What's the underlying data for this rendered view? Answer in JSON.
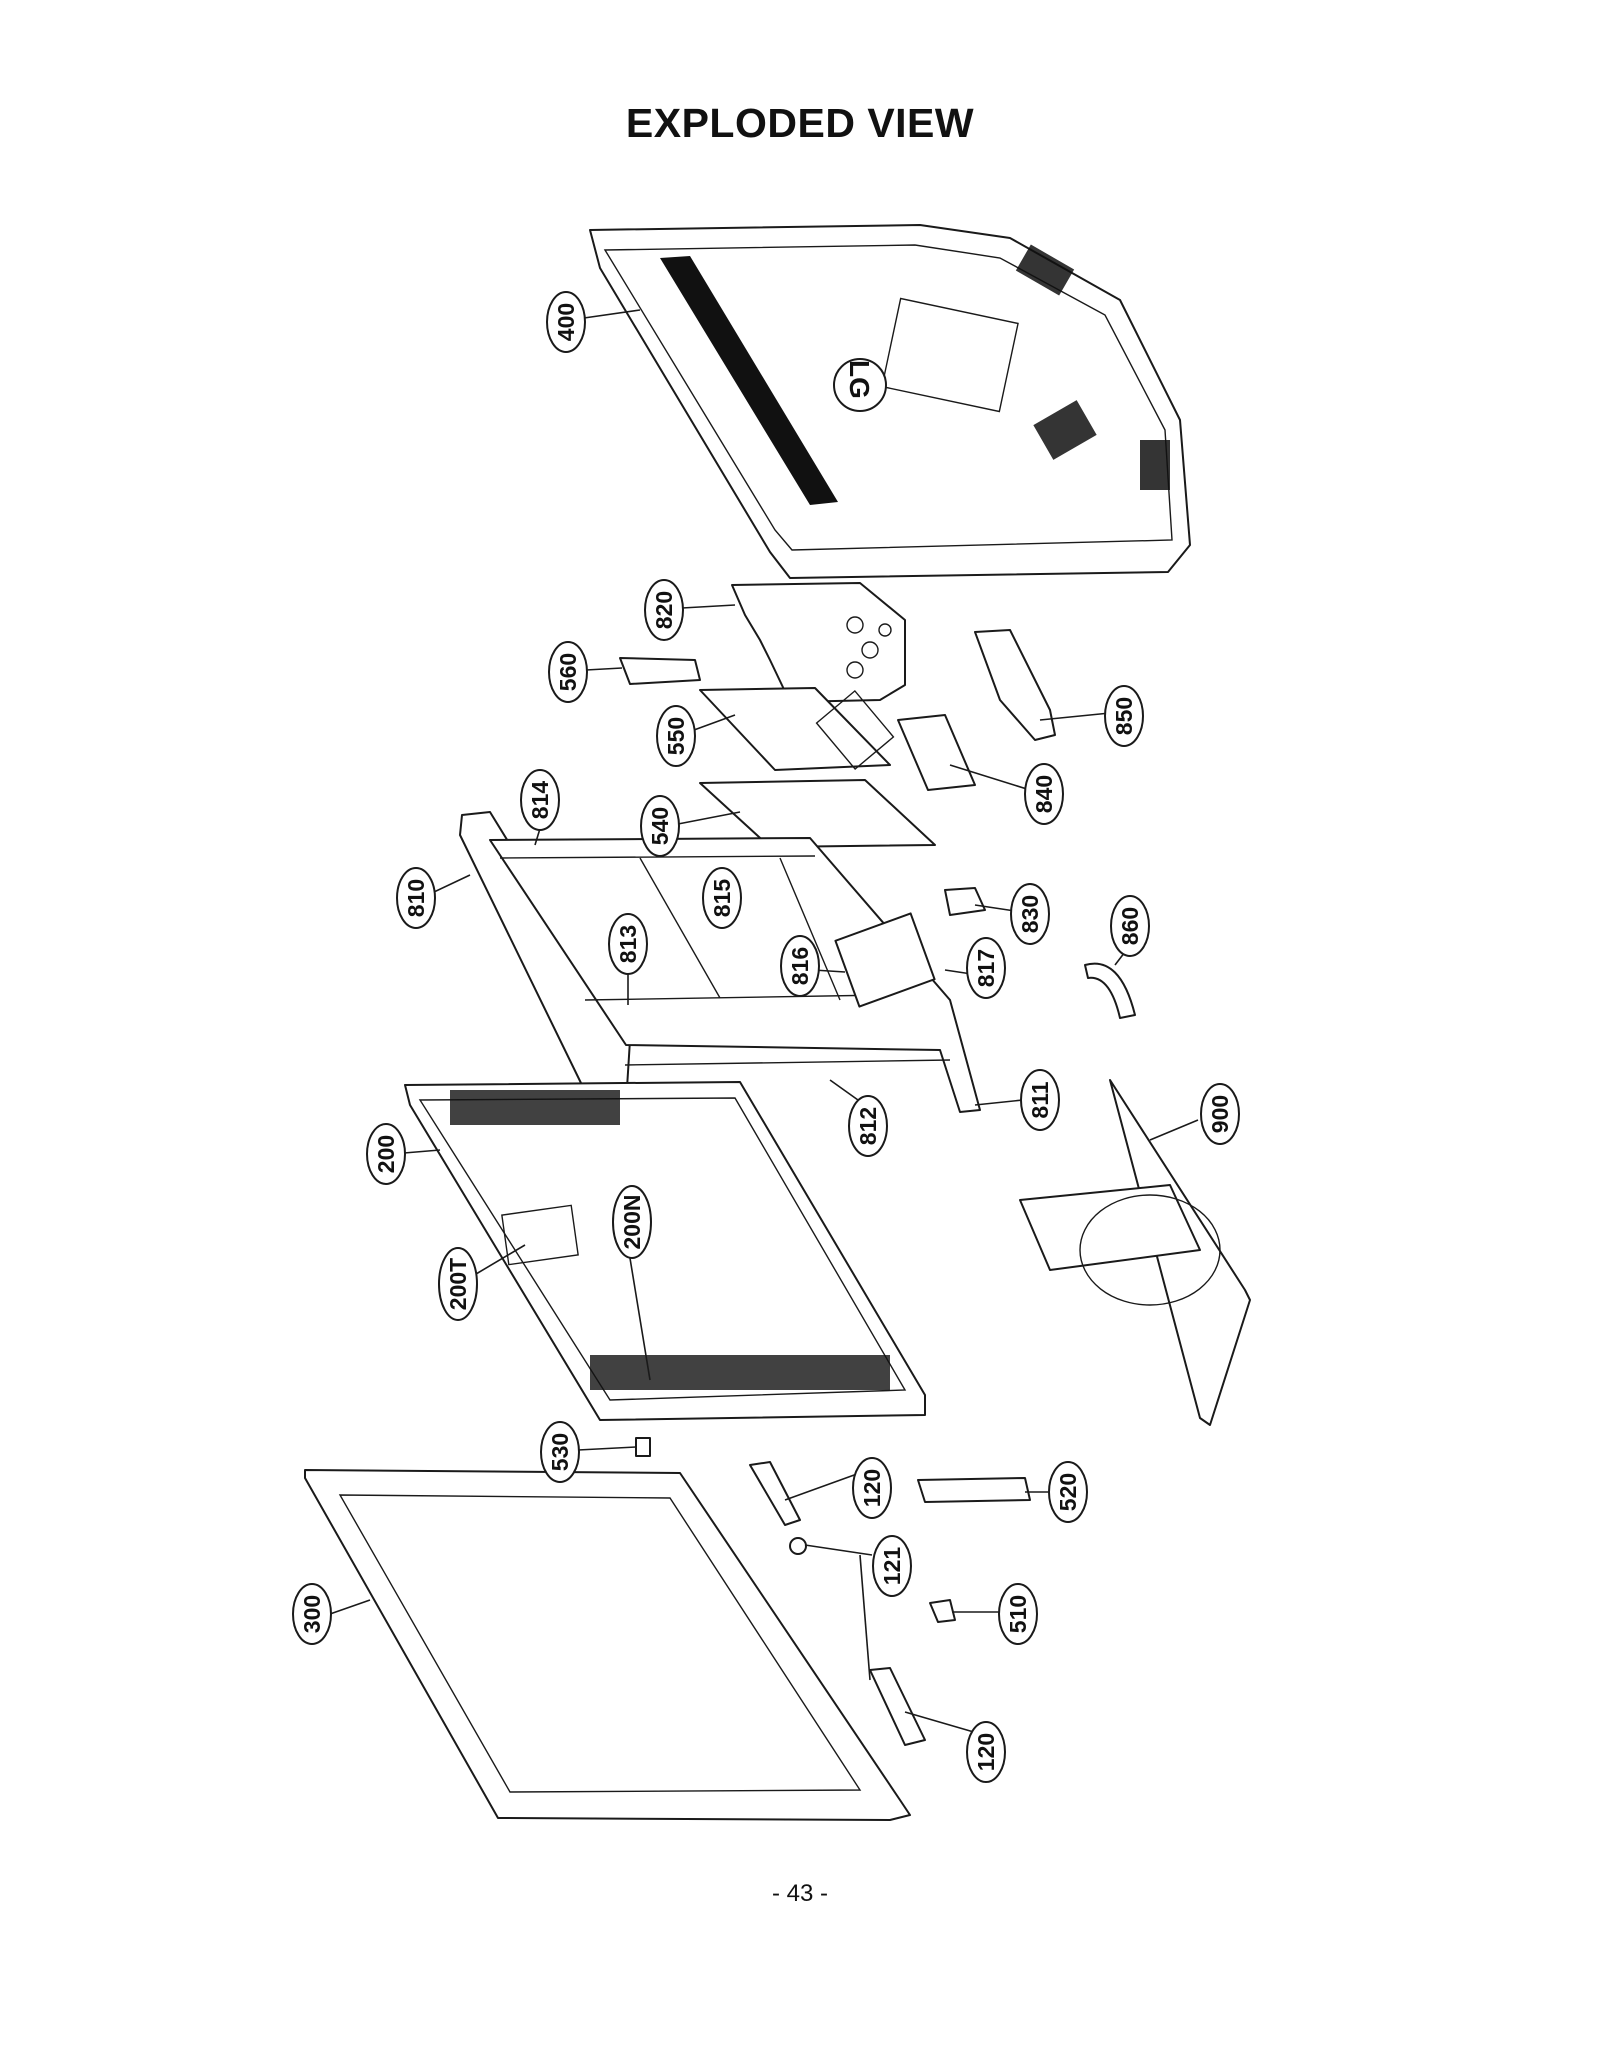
{
  "title": "EXPLODED VIEW",
  "page_number": "- 43 -",
  "logo_text": "LG",
  "callouts": [
    {
      "id": "400"
    },
    {
      "id": "820"
    },
    {
      "id": "560"
    },
    {
      "id": "550"
    },
    {
      "id": "850"
    },
    {
      "id": "840"
    },
    {
      "id": "814"
    },
    {
      "id": "540"
    },
    {
      "id": "810"
    },
    {
      "id": "815"
    },
    {
      "id": "830"
    },
    {
      "id": "860"
    },
    {
      "id": "813"
    },
    {
      "id": "816"
    },
    {
      "id": "817"
    },
    {
      "id": "811"
    },
    {
      "id": "812"
    },
    {
      "id": "900"
    },
    {
      "id": "200"
    },
    {
      "id": "200N"
    },
    {
      "id": "200T"
    },
    {
      "id": "530"
    },
    {
      "id": "120"
    },
    {
      "id": "520"
    },
    {
      "id": "121"
    },
    {
      "id": "300"
    },
    {
      "id": "510"
    },
    {
      "id": "120"
    }
  ]
}
